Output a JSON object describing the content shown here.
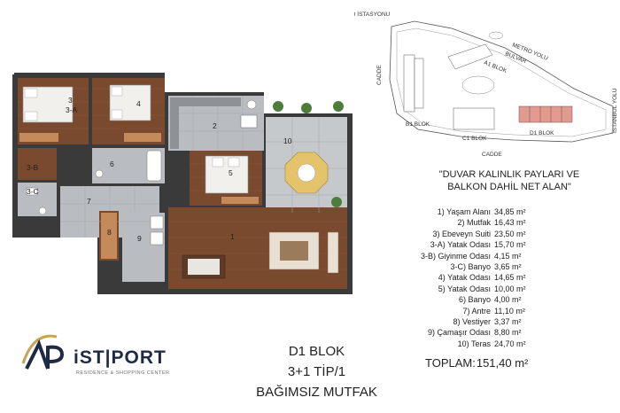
{
  "site_plan": {
    "labels": {
      "metro": "METRO İSTASYONU",
      "metro_yolu": "METRO YOLU",
      "bulvar": "BULVAR",
      "a1": "A1 BLOK",
      "cadde_left": "CADDE",
      "cadde_bottom": "CADDE",
      "b1": "B1 BLOK",
      "c1": "C1 BLOK",
      "d1": "D1 BLOK",
      "istanbul_yolu": "İSTANBUL YOLU"
    },
    "highlight_color": "#e39a8f"
  },
  "floor_plan": {
    "room_numbers": [
      "1",
      "2",
      "3",
      "3-A",
      "3-B",
      "3-C",
      "4",
      "5",
      "6",
      "7",
      "8",
      "9",
      "10"
    ],
    "colors": {
      "wood": "#7a4a2f",
      "tile": "#b9bcc0",
      "wall": "#3a3a3a",
      "terrace": "#c6c9cc"
    }
  },
  "area_heading": [
    "\"DUVAR KALINLIK PAYLARI VE",
    "BALKON DAHİL NET ALAN\""
  ],
  "areas": [
    {
      "label": "1) Yaşam Alanı",
      "value": "34,85 m²"
    },
    {
      "label": "2) Mutfak",
      "value": "16,43 m²"
    },
    {
      "label": "3) Ebeveyn Suiti",
      "value": "23,50 m²"
    },
    {
      "label": "3-A) Yatak Odası",
      "value": "15,70 m²"
    },
    {
      "label": "3-B) Giyinme Odası",
      "value": "4,15 m²"
    },
    {
      "label": "3-C) Banyo",
      "value": "3,65 m²"
    },
    {
      "label": "4) Yatak Odası",
      "value": "14,65 m²"
    },
    {
      "label": "5) Yatak Odası",
      "value": "10,00 m²"
    },
    {
      "label": "6) Banyo",
      "value": "4,00 m²"
    },
    {
      "label": "7) Antre",
      "value": "11,10 m²"
    },
    {
      "label": "8) Vestiyer",
      "value": "3,37 m²"
    },
    {
      "label": "9) Çamaşır Odası",
      "value": "8,80 m²"
    },
    {
      "label": "10) Teras",
      "value": "24,70 m²"
    }
  ],
  "total": {
    "label": "TOPLAM:",
    "value": "151,40 m²"
  },
  "block": {
    "line1": "D1 BLOK",
    "line2": "3+1 TİP/1",
    "line3": "BAĞIMSIZ MUTFAK"
  },
  "logo": {
    "brand": "iST|PORT",
    "tagline": "RESIDENCE & SHOPPING CENTER",
    "mark": "AP",
    "gold": "#c8a45a"
  }
}
